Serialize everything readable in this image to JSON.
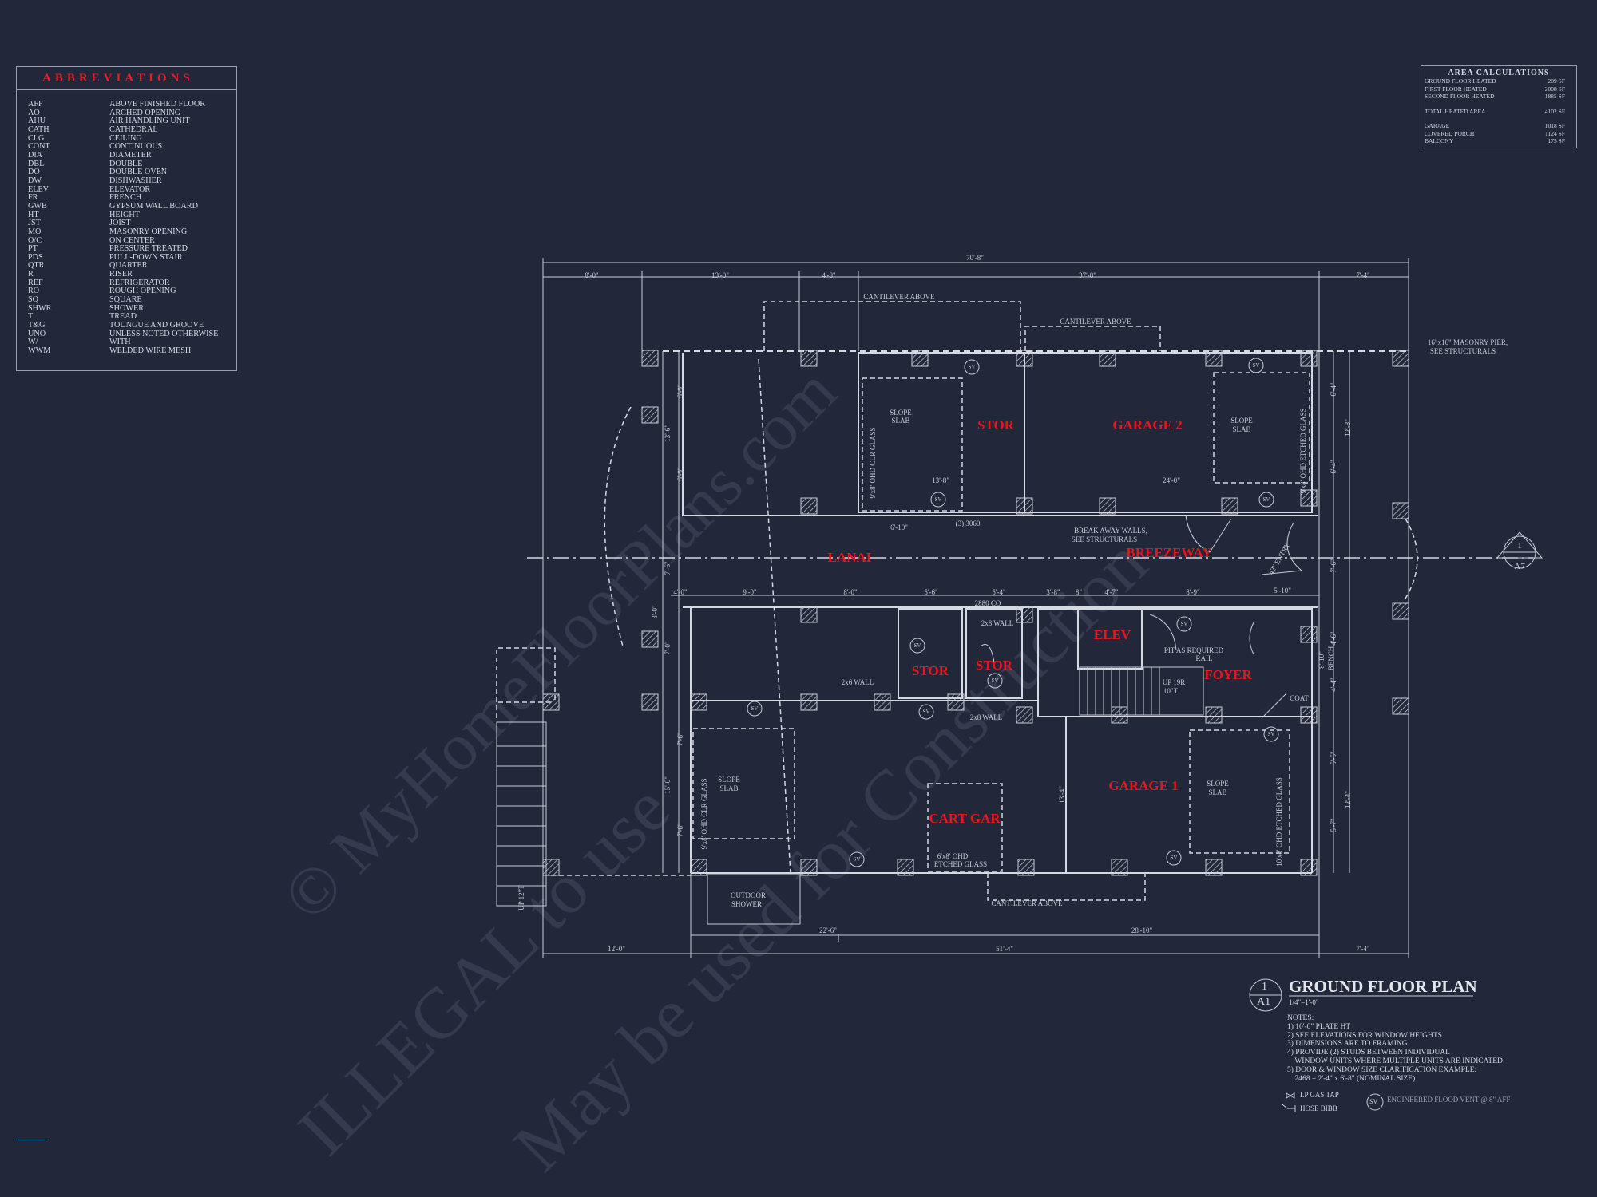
{
  "abbreviations": {
    "title": "ABBREVIATIONS",
    "items": [
      {
        "code": "AFF",
        "meaning": "ABOVE FINISHED FLOOR"
      },
      {
        "code": "AO",
        "meaning": "ARCHED OPENING"
      },
      {
        "code": "AHU",
        "meaning": "AIR HANDLING UNIT"
      },
      {
        "code": "CATH",
        "meaning": "CATHEDRAL"
      },
      {
        "code": "CLG",
        "meaning": "CEILING"
      },
      {
        "code": "CONT",
        "meaning": "CONTINUOUS"
      },
      {
        "code": "DIA",
        "meaning": "DIAMETER"
      },
      {
        "code": "DBL",
        "meaning": "DOUBLE"
      },
      {
        "code": "DO",
        "meaning": "DOUBLE OVEN"
      },
      {
        "code": "DW",
        "meaning": "DISHWASHER"
      },
      {
        "code": "ELEV",
        "meaning": "ELEVATOR"
      },
      {
        "code": "FR",
        "meaning": "FRENCH"
      },
      {
        "code": "GWB",
        "meaning": "GYPSUM WALL BOARD"
      },
      {
        "code": "HT",
        "meaning": "HEIGHT"
      },
      {
        "code": "JST",
        "meaning": "JOIST"
      },
      {
        "code": "MO",
        "meaning": "MASONRY OPENING"
      },
      {
        "code": "O/C",
        "meaning": "ON CENTER"
      },
      {
        "code": "PT",
        "meaning": "PRESSURE TREATED"
      },
      {
        "code": "PDS",
        "meaning": "PULL-DOWN STAIR"
      },
      {
        "code": "QTR",
        "meaning": "QUARTER"
      },
      {
        "code": "R",
        "meaning": "RISER"
      },
      {
        "code": "REF",
        "meaning": "REFRIGERATOR"
      },
      {
        "code": "RO",
        "meaning": "ROUGH OPENING"
      },
      {
        "code": "SQ",
        "meaning": "SQUARE"
      },
      {
        "code": "SHWR",
        "meaning": "SHOWER"
      },
      {
        "code": "T",
        "meaning": "TREAD"
      },
      {
        "code": "T&G",
        "meaning": "TOUNGUE AND GROOVE"
      },
      {
        "code": "UNO",
        "meaning": "UNLESS NOTED OTHERWISE"
      },
      {
        "code": "W/",
        "meaning": "WITH"
      },
      {
        "code": "WWM",
        "meaning": "WELDED WIRE MESH"
      }
    ]
  },
  "area_calculations": {
    "title": "AREA CALCULATIONS",
    "rows": [
      {
        "label": "GROUND FLOOR HEATED",
        "value": "209 SF"
      },
      {
        "label": "FIRST FLOOR HEATED",
        "value": "2008 SF"
      },
      {
        "label": "SECOND FLOOR HEATED",
        "value": "1885 SF"
      },
      {
        "label": "TOTAL HEATED AREA",
        "value": "4102 SF"
      },
      {
        "label": "GARAGE",
        "value": "1018 SF"
      },
      {
        "label": "COVERED PORCH",
        "value": "1124 SF"
      },
      {
        "label": "BALCONY",
        "value": "175 SF"
      }
    ]
  },
  "rooms": [
    "STOR",
    "GARAGE 2",
    "LANAI",
    "BREEZEWAY",
    "ELEV",
    "STOR",
    "STOR",
    "FOYER",
    "GARAGE 1",
    "CART GAR"
  ],
  "dimensions": [
    "70'-8\"",
    "8'-0\"",
    "13'-0\"",
    "4'-8\"",
    "37'-8\"",
    "7'-4\"",
    "4'-0\"",
    "9'-0\"",
    "8'-0\"",
    "5'-6\"",
    "5'-4\"",
    "3'-8\"",
    "8\"",
    "4'-7\"",
    "8'-9\"",
    "5'-10\"",
    "22'-6\"",
    "28'-10\"",
    "12'-0\"",
    "51'-4\"",
    "7'-4\"",
    "13'-8\"",
    "24'-0\"",
    "6'-10\""
  ],
  "vertical_dimensions": [
    "6'-9\"",
    "13'-6\"",
    "6'-9\"",
    "7'-6\"",
    "3'-0\"",
    "7'-0\"",
    "7'-6\"",
    "15'-0\"",
    "7'-6\"",
    "6'-4\"",
    "12'-8\"",
    "6'-4\"",
    "7'-6\"",
    "4'-6\"",
    "8'-10\"",
    "4'-4\"",
    "5'-5\"",
    "12'-4\"",
    "5'-7\"",
    "13'-4\""
  ],
  "notes": [
    "CANTILEVER ABOVE",
    "CANTILEVER ABOVE",
    "CANTILEVER ABOVE",
    "16\"x16\" MASONRY PIER,",
    "SEE STRUCTURALS",
    "BREAK AWAY WALLS,",
    "SEE STRUCTURALS",
    "(3) 3060",
    "SLOPE",
    "SLAB",
    "SLOPE",
    "SLAB",
    "SLOPE",
    "SLAB",
    "SLOPE",
    "SLAB",
    "6'x8' OHD",
    "ETCHED GLASS",
    "OUTDOOR",
    "SHOWER",
    "2x6 WALL",
    "2x8 WALL",
    "2x8 WALL",
    "2880 CO",
    "PIT AS REQUIRED",
    "RAIL",
    "UP 19R",
    "10\"T",
    "COAT",
    "SV"
  ],
  "vertical_notes": [
    "9'x8' OHD CLR GLASS",
    "9'x8' OHD ETCHED GLASS",
    "9'x8' OHD CLR GLASS",
    "10'x8' OHD ETCHED GLASS",
    "42\" ENTRY",
    "BENCH",
    "UP 12\"T"
  ],
  "section_marker": {
    "number": "1",
    "sheet": "A7"
  },
  "title_block": {
    "number": "1",
    "sheet": "A1",
    "title": "GROUND FLOOR PLAN",
    "scale": "1/4\"=1'-0\"",
    "notes_heading": "NOTES:",
    "notes": [
      "1) 10'-0\" PLATE HT",
      "2) SEE ELEVATIONS FOR WINDOW HEIGHTS",
      "3) DIMENSIONS ARE TO FRAMING",
      "4) PROVIDE (2) STUDS BETWEEN INDIVIDUAL",
      "    WINDOW UNITS WHERE MULTIPLE UNITS ARE INDICATED",
      "5) DOOR & WINDOW SIZE CLARIFICATION EXAMPLE:",
      "    2468 = 2'-4\" x 6'-8\" (NOMINAL SIZE)"
    ],
    "legend": [
      {
        "icon": "lp-gas-tap-icon",
        "label": "LP GAS TAP"
      },
      {
        "icon": "hose-bibb-icon",
        "label": "HOSE BIBB"
      },
      {
        "icon": "flood-vent-icon",
        "symbol": "SV",
        "label": "ENGINEERED FLOOD VENT @ 8\" AFF"
      }
    ]
  },
  "watermark": [
    "© MyHomeFloorPlans.com",
    "ILLEGAL to use",
    "May be used for Construction"
  ],
  "colors": {
    "background": "#22273a",
    "line": "#c9ccd6",
    "room_label": "#e8141e"
  }
}
